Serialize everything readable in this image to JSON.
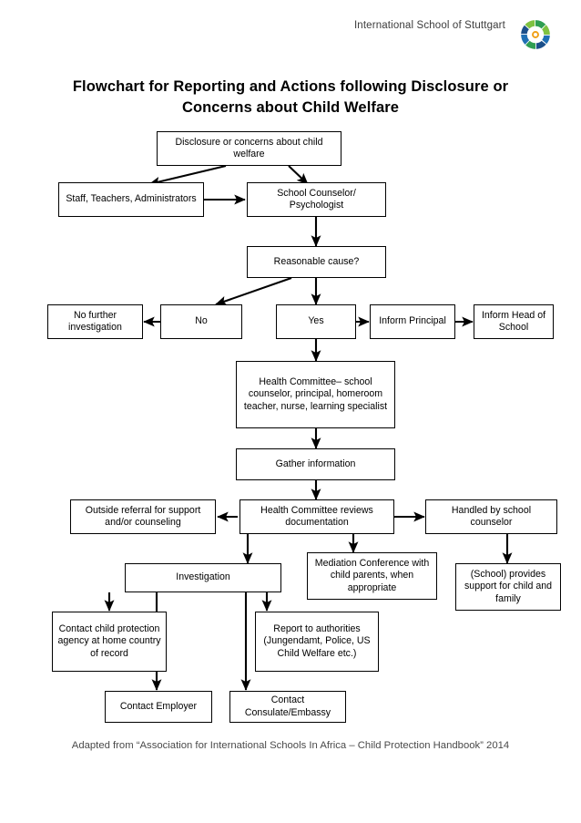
{
  "header": {
    "school_name": "International School of Stuttgart",
    "logo_name": "school-logo",
    "logo_colors": [
      "#1f6fb4",
      "#2f9e52",
      "#f0a018",
      "#7fc241",
      "#1b4f8a"
    ]
  },
  "title": "Flowchart for Reporting and Actions following Disclosure or Concerns about Child Welfare",
  "footer": "Adapted from “Association for International Schools In Africa – Child Protection Handbook” 2014",
  "nodes": {
    "disclosure": "Disclosure or concerns about child welfare",
    "staff": "Staff, Teachers, Administrators",
    "counselor": "School Counselor/ Psychologist",
    "reasonable_cause": "Reasonable cause?",
    "no_further": "No further investigation",
    "no": "No",
    "yes": "Yes",
    "inform_principal": "Inform Principal",
    "inform_head": "Inform Head of School",
    "health_committee": "Health Committee– school counselor, principal, homeroom teacher, nurse, learning specialist",
    "gather_info": "Gather information",
    "outside_referral": "Outside referral for support and/or counseling",
    "hc_reviews": "Health Committee reviews documentation",
    "handled_by_counselor": "Handled by school counselor",
    "investigation": "Investigation",
    "mediation": "Mediation Conference with child parents, when appropriate",
    "school_support": "(School) provides support for child and family",
    "contact_cpa": "Contact child protection agency at home country of record",
    "report_authorities": "Report to authorities (Jungendamt, Police, US Child Welfare etc.)",
    "contact_employer": "Contact Employer",
    "contact_consulate": "Contact Consulate/Embassy"
  },
  "colors": {
    "line": "#000000",
    "background": "#ffffff",
    "text": "#000000",
    "header_text": "#3c3c3c",
    "footer_text": "#4a4a4a"
  }
}
